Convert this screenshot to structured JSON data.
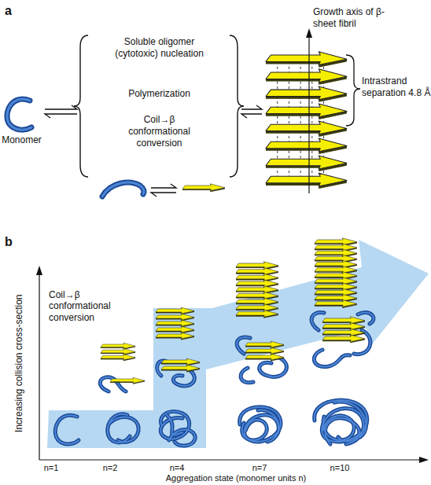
{
  "diagram": {
    "nodes": [
      {
        "text": [
          "Monomer"
        ]
      },
      {
        "text": [
          "Soluble oligomer (cytotoxic) nucleation",
          "Polymerization",
          "Coil→β conformational conversion"
        ]
      },
      {
        "text": [
          "Growth axis of β-sheet fibril",
          "Intrastrand separation 4.8 Å"
        ]
      }
    ],
    "edges": [
      {
        "from": 0,
        "to": 1,
        "arrow": "both"
      },
      {
        "from": 1,
        "to": 2,
        "arrow": "both"
      }
    ],
    "labels": [
      "a",
      "b",
      "Coil→β conformational conversion",
      "Increasing collision cross-section",
      "Aggregation state (monomer units n)",
      "n=1",
      "n=2",
      "n=4",
      "n=7",
      "n=10"
    ]
  }
}
